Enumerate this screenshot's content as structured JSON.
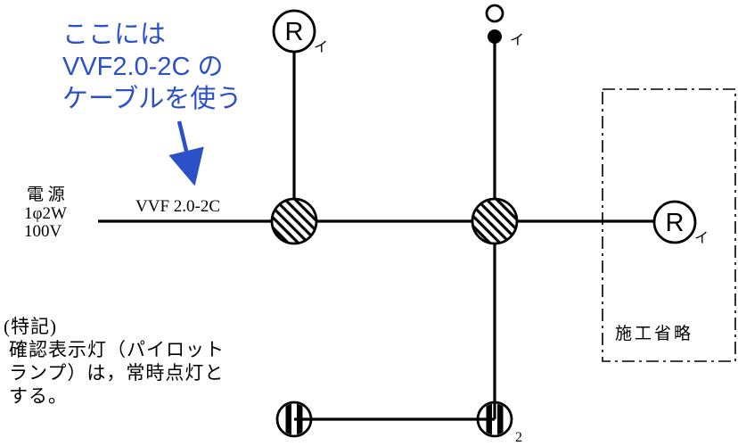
{
  "annotation": {
    "lines": [
      "ここには",
      "VVF2.0-2C の",
      "ケーブルを使う"
    ],
    "color": "#2b50c8"
  },
  "power": {
    "line1": "電 源",
    "line2": "1φ2W",
    "line3": "100V"
  },
  "cable": {
    "label": "VVF 2.0-2C"
  },
  "devices": {
    "lamp_top": {
      "letter": "R",
      "sub": "イ"
    },
    "pendant": {
      "sub": "イ"
    },
    "lamp_right": {
      "letter": "R",
      "sub": "イ"
    },
    "outlet": {
      "sub": "2"
    }
  },
  "omission": {
    "label": "施工省略"
  },
  "notes": {
    "heading": "(特記)",
    "lines": [
      "確認表示灯（パイロット",
      "ランプ）は，常時点灯と",
      "する。"
    ]
  },
  "colors": {
    "wire": "#000000",
    "annotation": "#2b50c8"
  }
}
